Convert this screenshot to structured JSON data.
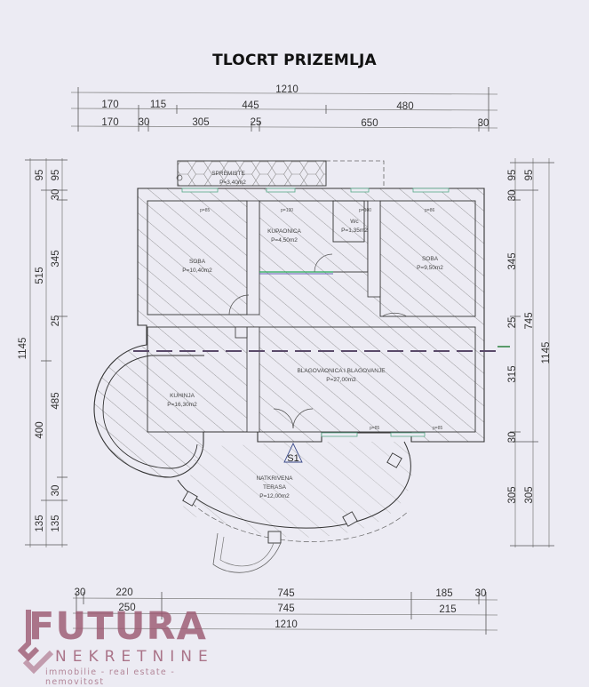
{
  "title": "TLOCRT PRIZEMLJA",
  "dimensions": {
    "top": {
      "row1": [
        "1210"
      ],
      "row2": [
        "170",
        "115",
        "445",
        "480"
      ],
      "row3": [
        "170",
        "30",
        "305",
        "25",
        "650",
        "30"
      ]
    },
    "bottom": {
      "row1": [
        "30",
        "220",
        "745",
        "185",
        "30"
      ],
      "row2": [
        "250",
        "745",
        "215"
      ],
      "row3": [
        "1210"
      ]
    },
    "left": {
      "outer": [
        "1145"
      ],
      "middle": [
        "95",
        "515",
        "400",
        "135"
      ],
      "inner": [
        "95",
        "30",
        "345",
        "25",
        "485",
        "30",
        "135"
      ]
    },
    "right": {
      "inner": [
        "95",
        "30",
        "345",
        "25",
        "315",
        "30",
        "305"
      ],
      "middle": [
        "95",
        "745",
        "305"
      ],
      "outer": [
        "1145"
      ]
    }
  },
  "rooms": [
    {
      "name": "SPREMISTE",
      "area": "P=3,40m2"
    },
    {
      "name": "SOBA",
      "area": "P=10,40m2"
    },
    {
      "name": "KUPAONICA",
      "area": "P=4,50m2"
    },
    {
      "name": "Wc",
      "area": "P=1,35m2"
    },
    {
      "name": "SOBA",
      "area": "P=9,50m2"
    },
    {
      "name": "BLAGOVAONICA I BLAGOVANJE",
      "area": "P=27,00m2"
    },
    {
      "name": "KUHINJA",
      "area": "P=16,30m2"
    },
    {
      "name": "NATKRIVENA",
      "name2": "TERASA",
      "area": "P=12,00m2"
    }
  ],
  "section_marker": "S1",
  "openings": [
    "p=85",
    "p=130",
    "p=100",
    "p=86",
    "p=85",
    "p=85"
  ],
  "logo": {
    "brand": "FUTURA",
    "sub": "NEKRETNINE",
    "tagline": "immobilie - real estate - nemovitost",
    "color": "#9c5a72"
  }
}
